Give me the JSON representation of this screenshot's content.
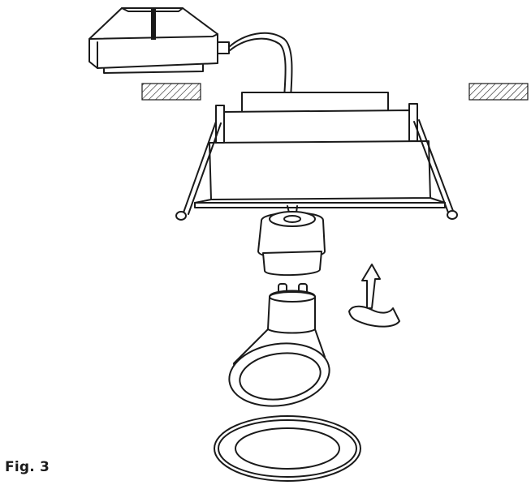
{
  "figure": {
    "caption": "Fig. 3",
    "parts": [
      "transformer-box",
      "ceiling-section-left",
      "ceiling-section-right",
      "mounting-frame",
      "spring-clip-left",
      "spring-clip-right",
      "lamp-socket",
      "gu10-lamp",
      "twist-arrow",
      "cover-ring"
    ]
  }
}
